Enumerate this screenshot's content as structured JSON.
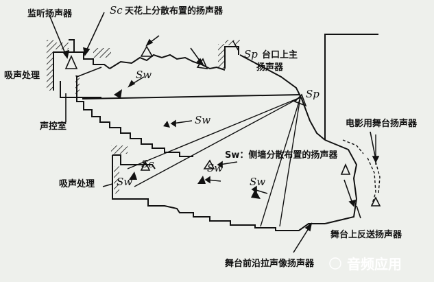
{
  "labels": {
    "monitor_speaker": "监听扬声器",
    "sc_ceiling_symbol": "Sc",
    "sc_ceiling_text": "天花上分散布置的扬声器",
    "sp_main_symbol": "Sp",
    "sp_main_text_1": "台口上主",
    "sp_main_text_2": "扬声器",
    "absorption_upper": "吸声处理",
    "control_room": "声控室",
    "sp_point_symbol": "Sp",
    "sw_symbol_1": "Sw",
    "sw_symbol_2": "Sw",
    "sw_wall_text": "Sw：侧墙分散布置的扬声器",
    "sw_symbol_3": "Sw",
    "sw_symbol_4": "Sw",
    "sw_symbol_5": "Sw",
    "sc_symbol_2": "Sc",
    "absorption_lower": "吸声处理",
    "cinema_stage_speaker": "电影用舞台扬声器",
    "stage_return_speaker": "舞台上反送扬声器",
    "stage_front_speaker": "舞台前沿拉声像扬声器"
  },
  "watermark": "音频应用"
}
